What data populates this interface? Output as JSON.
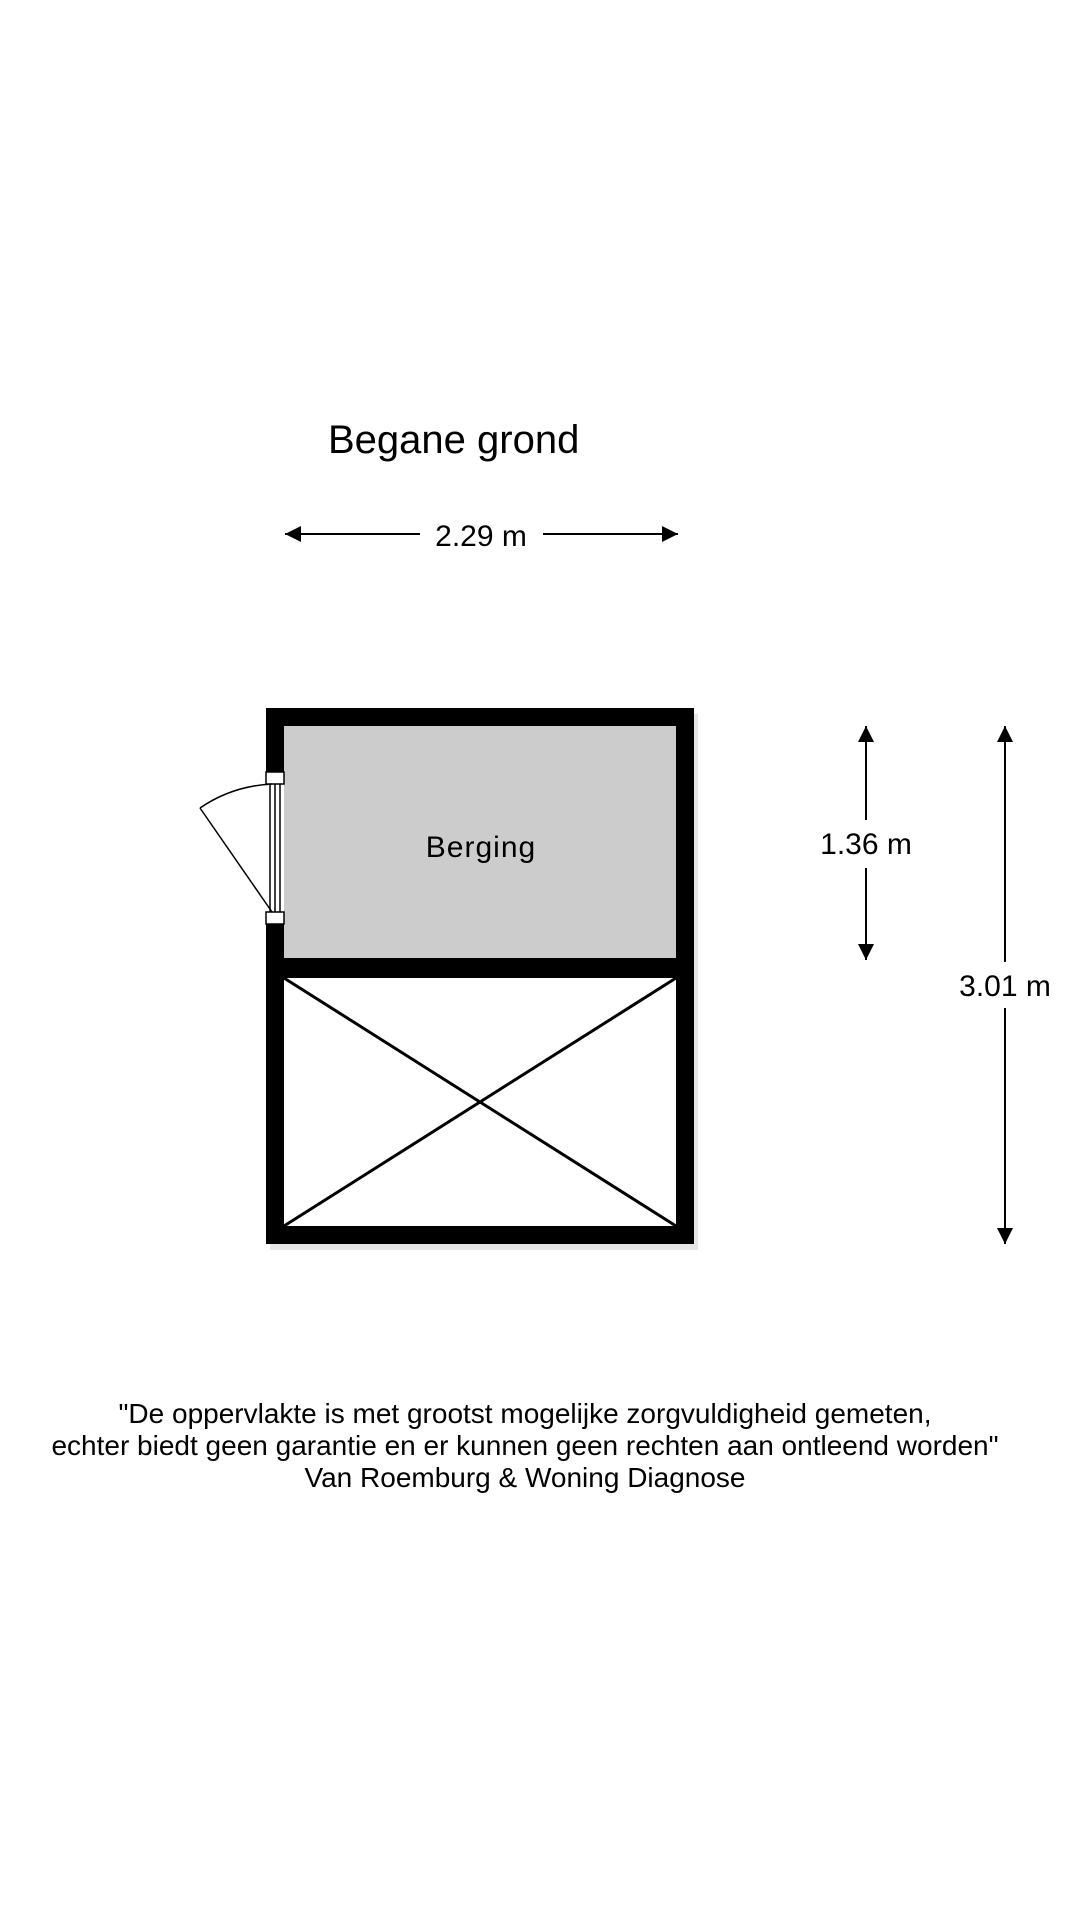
{
  "floor": {
    "title": "Begane grond"
  },
  "dimensions": {
    "width_label": "2.29 m",
    "room_height_label": "1.36 m",
    "total_height_label": "3.01 m"
  },
  "rooms": [
    {
      "name": "Berging"
    }
  ],
  "disclaimer": {
    "line1": "\"De oppervlakte is met grootst mogelijke zorgvuldigheid gemeten,",
    "line2": "echter biedt geen garantie en er kunnen geen rechten aan ontleend worden\"",
    "line3": "Van Roemburg & Woning Diagnose"
  },
  "colors": {
    "wall": "#000000",
    "room_fill": "#cccccc",
    "background": "#ffffff"
  }
}
